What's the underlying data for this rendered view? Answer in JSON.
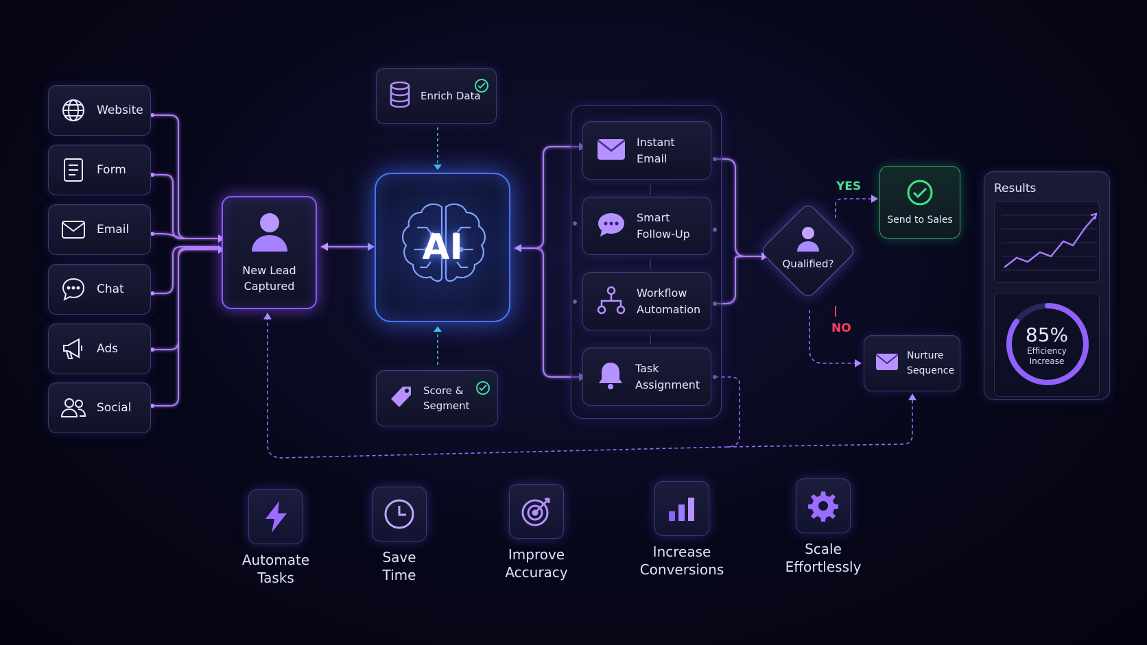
{
  "sources": [
    {
      "label": "Website",
      "icon": "globe-icon"
    },
    {
      "label": "Form",
      "icon": "form-icon"
    },
    {
      "label": "Email",
      "icon": "envelope-icon"
    },
    {
      "label": "Chat",
      "icon": "chat-icon"
    },
    {
      "label": "Ads",
      "icon": "megaphone-icon"
    },
    {
      "label": "Social",
      "icon": "users-icon"
    }
  ],
  "lead": {
    "label": "New Lead\nCaptured",
    "icon": "person-icon"
  },
  "ai": {
    "label": "AI",
    "icon": "brain-icon"
  },
  "enrich": {
    "label": "Enrich Data",
    "icon": "database-icon"
  },
  "score": {
    "label": "Score &\nSegment",
    "icon": "tag-icon"
  },
  "actions": [
    {
      "label": "Instant\nEmail",
      "icon": "envelope-icon"
    },
    {
      "label": "Smart\nFollow-Up",
      "icon": "chat-bubble-icon"
    },
    {
      "label": "Workflow\nAutomation",
      "icon": "workflow-icon"
    },
    {
      "label": "Task\nAssignment",
      "icon": "bell-icon"
    }
  ],
  "decision": {
    "label": "Qualified?",
    "yes": "YES",
    "no": "NO",
    "icon": "person-icon"
  },
  "sales": {
    "label": "Send to Sales",
    "icon": "check-circle-icon"
  },
  "nurture": {
    "label": "Nurture\nSequence",
    "icon": "envelope-icon"
  },
  "results": {
    "title": "Results",
    "percent": "85%",
    "percent_value": 85,
    "sub": "Efficiency\nIncrease"
  },
  "benefits": [
    {
      "label": "Automate\nTasks",
      "icon": "lightning-icon"
    },
    {
      "label": "Save\nTime",
      "icon": "clock-icon"
    },
    {
      "label": "Improve\nAccuracy",
      "icon": "target-icon"
    },
    {
      "label": "Increase\nConversions",
      "icon": "bar-chart-icon"
    },
    {
      "label": "Scale\nEffortlessly",
      "icon": "gear-icon"
    }
  ],
  "colors": {
    "accent": "#8c5cff",
    "ai_blue": "#4b74ff",
    "yes_green": "#49e08c",
    "no_red": "#ff3e5e",
    "cyan": "#3fd0e8"
  }
}
